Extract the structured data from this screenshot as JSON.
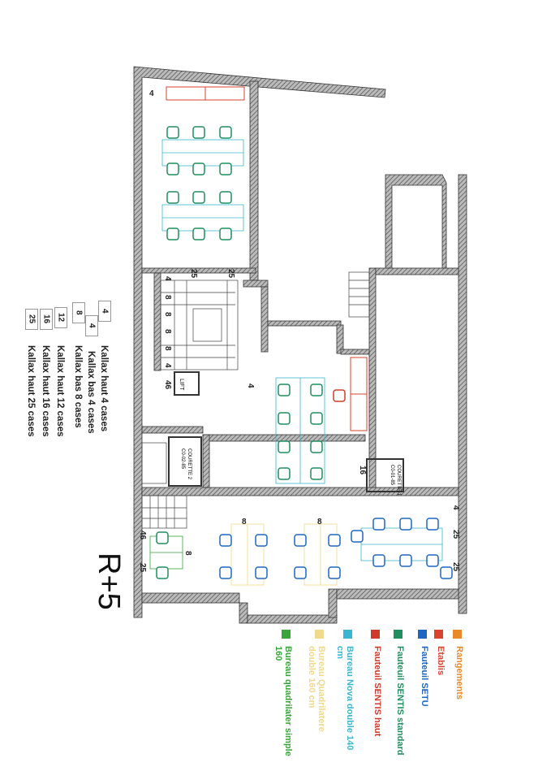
{
  "plan": {
    "level_label": "R+5",
    "rooms": {
      "courette2": [
        "COURETTE 2",
        "C0-02-85"
      ],
      "courette1": [
        "COURETTE 1",
        "C0-01-85"
      ],
      "lift": "LIFT"
    },
    "kallax_marks": {
      "top": "4",
      "upper_a": "25",
      "upper_b": "25",
      "stair_1": "4",
      "stair_2": "8",
      "stair_3": "8",
      "stair_4": "8",
      "stair_5": "8",
      "stair_6": "4",
      "lift_a": "46",
      "lift_b": "4",
      "central": "16",
      "right_a": "4",
      "right_b": "25",
      "right_c": "25",
      "bottom_a": "8",
      "bottom_b": "8",
      "bottom_c": "8",
      "bottom_left_a": "46",
      "bottom_left_b": "25"
    }
  },
  "furniture_legend": [
    {
      "label": "Rangements",
      "color": "#e8892b"
    },
    {
      "label": "Etablis",
      "color": "#d9432e"
    },
    {
      "label": "Fauteuil SETU",
      "color": "#1f66c1"
    },
    {
      "label": "Fauteuil SENTIS standard",
      "color": "#1f8f5f"
    },
    {
      "label": "Fauteuil SENTIS haut",
      "color": "#d03a2c"
    },
    {
      "label": "Bureau Nova double 140 cm",
      "color": "#3bb6d0"
    },
    {
      "label": "Bureau Quadrilatere double 160 cm",
      "color": "#f0d98a"
    },
    {
      "label": "Bureau quadrilater simple 160",
      "color": "#3aa53a"
    }
  ],
  "kallax_legend": [
    {
      "count": "4",
      "label": "Kallax haut 4 cases"
    },
    {
      "count": "4",
      "label": "Kallax bas 4 cases"
    },
    {
      "count": "8",
      "label": "Kallax bas 8 cases"
    },
    {
      "count": "12",
      "label": "Kallax haut 12 cases"
    },
    {
      "count": "16",
      "label": "Kallax haut 16 cases"
    },
    {
      "count": "25",
      "label": "Kallax haut 25 cases"
    }
  ]
}
